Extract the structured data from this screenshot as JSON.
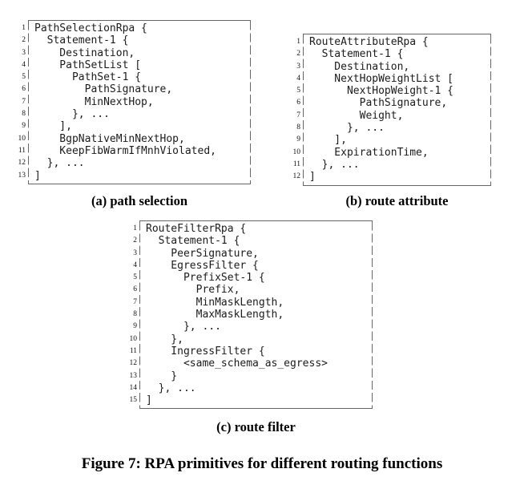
{
  "figure": {
    "caption": "Figure 7: RPA primitives for different routing functions"
  },
  "colors": {
    "background": "#ffffff",
    "code_text": "#1b1b1b",
    "frame_border": "#666666",
    "caption_text": "#000000"
  },
  "listings": [
    {
      "id": "a",
      "caption": "(a) path selection",
      "lines": [
        "PathSelectionRpa {",
        "  Statement-1 {",
        "    Destination,",
        "    PathSetList [",
        "      PathSet-1 {",
        "        PathSignature,",
        "        MinNextHop,",
        "      }, ...",
        "    ],",
        "    BgpNativeMinNextHop,",
        "    KeepFibWarmIfMnhViolated,",
        "  }, ...",
        "]"
      ]
    },
    {
      "id": "b",
      "caption": "(b) route attribute",
      "lines": [
        "RouteAttributeRpa {",
        "  Statement-1 {",
        "    Destination,",
        "    NextHopWeightList [",
        "      NextHopWeight-1 {",
        "        PathSignature,",
        "        Weight,",
        "      }, ...",
        "    ],",
        "    ExpirationTime,",
        "  }, ...",
        "]"
      ]
    },
    {
      "id": "c",
      "caption": "(c) route filter",
      "lines": [
        "RouteFilterRpa {",
        "  Statement-1 {",
        "    PeerSignature,",
        "    EgressFilter {",
        "      PrefixSet-1 {",
        "        Prefix,",
        "        MinMaskLength,",
        "        MaxMaskLength,",
        "      }, ...",
        "    },",
        "    IngressFilter {",
        "      <same_schema_as_egress>",
        "    }",
        "  }, ...",
        "]"
      ]
    }
  ]
}
